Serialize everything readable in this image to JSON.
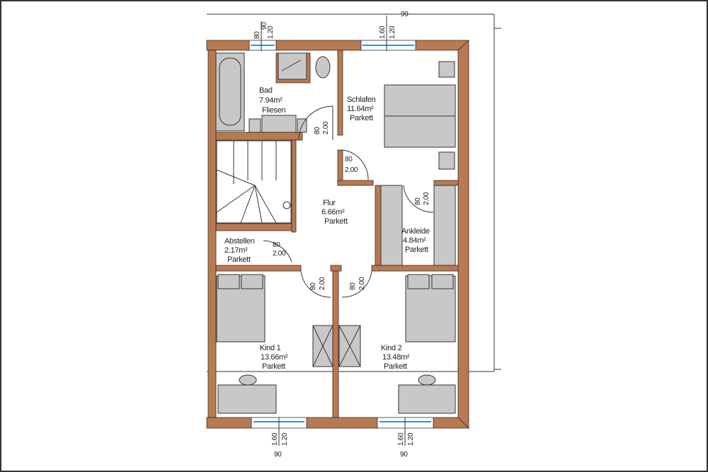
{
  "rooms": [
    {
      "name": "Bad",
      "area": "7.94m²",
      "floor": "Fliesen"
    },
    {
      "name": "Schlafen",
      "area": "11.64m²",
      "floor": "Parkett"
    },
    {
      "name": "Flur",
      "area": "6.66m²",
      "floor": "Parkett"
    },
    {
      "name": "Abstellen",
      "area": "2.17m²",
      "floor": "Parkett"
    },
    {
      "name": "Ankleide",
      "area": "4.84m²",
      "floor": "Parkett"
    },
    {
      "name": "Kind 1",
      "area": "13.66m²",
      "floor": "Parkett"
    },
    {
      "name": "Kind 2",
      "area": "13.48m²",
      "floor": "Parkett"
    }
  ],
  "windows": {
    "top_left": {
      "width": "80",
      "sill": "90",
      "height": "1.20"
    },
    "top_right": {
      "width": "1.60",
      "height": "1.20",
      "sill": "99"
    },
    "bottom_left": {
      "width": "1.60",
      "height": "1.20",
      "sill": "90"
    },
    "bottom_right": {
      "width": "1.60",
      "height": "1.20",
      "sill": "90"
    }
  },
  "doors": {
    "width": "80",
    "height": "2.00"
  },
  "colors": {
    "wall": "#b87a52",
    "furniture": "#c8c8c8",
    "glass": "#3a8fd8"
  }
}
